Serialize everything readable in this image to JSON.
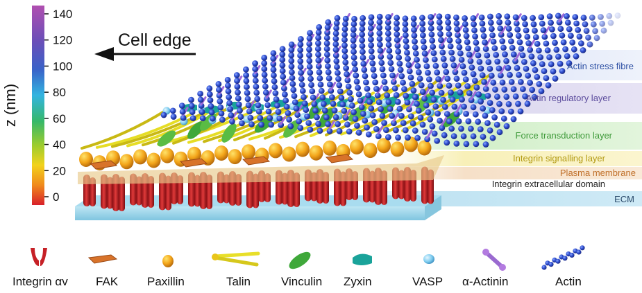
{
  "scale": {
    "axis_label": "z (nm)",
    "ticks": [
      "140",
      "120",
      "100",
      "80",
      "60",
      "40",
      "20",
      "0"
    ]
  },
  "direction": {
    "label": "Cell edge"
  },
  "layers": [
    {
      "label": "Actin stress fibre",
      "color": "#2c4fa3"
    },
    {
      "label": "Actin regulatory layer",
      "color": "#5a4a9c"
    },
    {
      "label": "Force transduction layer",
      "color": "#3f9a3a"
    },
    {
      "label": "Integrin signalling layer",
      "color": "#b29a12"
    },
    {
      "label": "Plasma membrane",
      "color": "#c0702a"
    },
    {
      "label": "Integrin extracellular domain",
      "color": "#222222"
    },
    {
      "label": "ECM",
      "color": "#2a4a6a"
    }
  ],
  "legend": [
    {
      "label": "Integrin αv",
      "icon": "integrin-icon"
    },
    {
      "label": "FAK",
      "icon": "fak-icon"
    },
    {
      "label": "Paxillin",
      "icon": "paxillin-icon"
    },
    {
      "label": "Talin",
      "icon": "talin-icon"
    },
    {
      "label": "Vinculin",
      "icon": "vinculin-icon"
    },
    {
      "label": "Zyxin",
      "icon": "zyxin-icon"
    },
    {
      "label": "VASP",
      "icon": "vasp-icon"
    },
    {
      "label": "α-Actinin",
      "icon": "actinin-icon"
    },
    {
      "label": "Actin",
      "icon": "actin-icon"
    }
  ]
}
